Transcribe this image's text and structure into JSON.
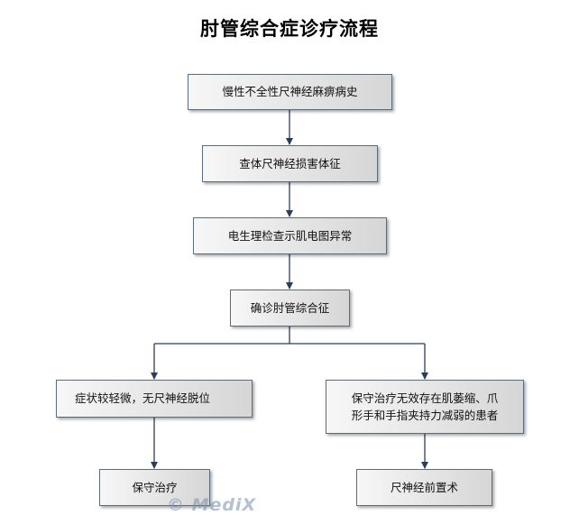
{
  "title": "肘管综合症诊疗流程",
  "nodes": {
    "history": "慢性不全性尺神经麻痹病史",
    "exam": "查体尺神经损害体征",
    "emg": "电生理检查示肌电图异常",
    "diagnosis": "确诊肘管综合征",
    "mild": "症状较轻微，无尺神经脱位",
    "conservative_fail_line1": "保守治疗无效存在肌萎缩、爪",
    "conservative_fail_line2": "形手和手指夹持力减弱的患者",
    "conservative": "保守治疗",
    "surgery": "尺神经前置术"
  },
  "watermark": "© MediX",
  "colors": {
    "arrow": "#2a3f57",
    "box_border": "#5a6e80",
    "box_gradient_start": "#f7f7f7",
    "box_gradient_end": "#d6d6d6"
  }
}
